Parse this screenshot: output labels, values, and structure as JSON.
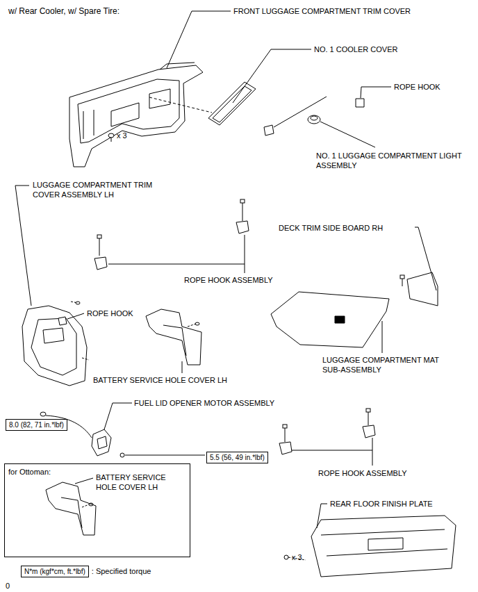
{
  "diagram": {
    "title": "w/ Rear Cooler, w/ Spare Tire:",
    "nodes": [
      {
        "text": [
          "for Ottoman:"
        ]
      },
      {
        "text": [
          "8.0 (82, 71 in.*lbf)"
        ]
      },
      {
        "text": [
          "5.5 (56, 49 in.*lbf)"
        ]
      },
      {
        "text": [
          "N*m (kgf*cm, ft.*lbf)",
          ": Specified torque"
        ]
      }
    ],
    "labels": [
      "FRONT LUGGAGE COMPARTMENT TRIM COVER",
      "NO. 1 COOLER COVER",
      "ROPE HOOK",
      "NO. 1 LUGGAGE COMPARTMENT LIGHT ASSEMBLY",
      "x 3",
      "LUGGAGE COMPARTMENT TRIM COVER ASSEMBLY LH",
      "ROPE HOOK ASSEMBLY",
      "DECK TRIM SIDE BOARD RH",
      "ROPE HOOK",
      "BATTERY SERVICE HOLE COVER LH",
      "LUGGAGE COMPARTMENT MAT SUB-ASSEMBLY",
      "FUEL LID OPENER MOTOR ASSEMBLY",
      "ROPE HOOK ASSEMBLY",
      "BATTERY SERVICE HOLE COVER LH",
      "REAR FLOOR FINISH PLATE",
      "x 3",
      "0"
    ]
  }
}
